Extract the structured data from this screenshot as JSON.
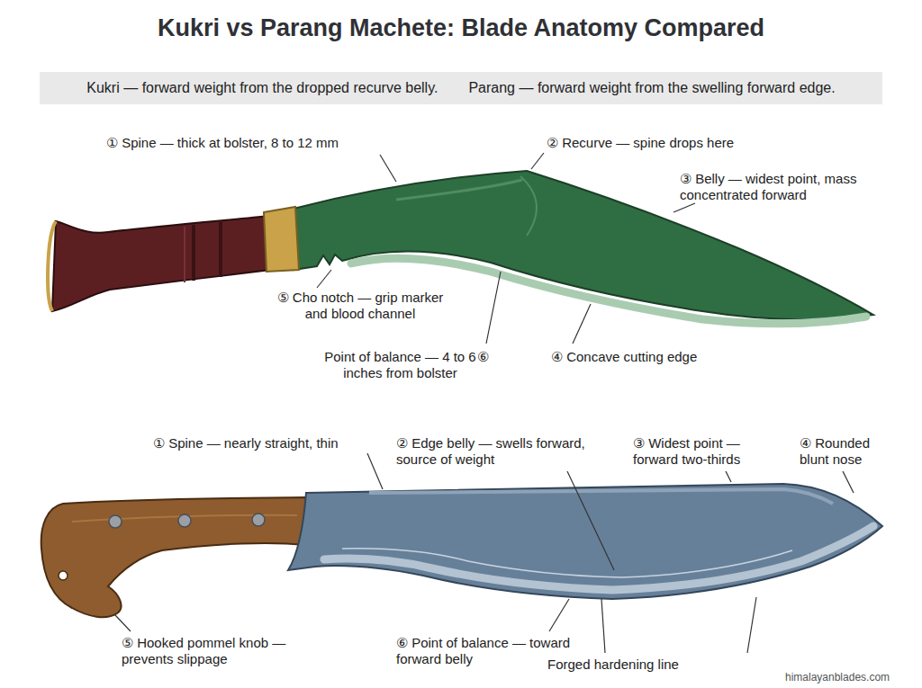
{
  "diagram": {
    "title": "Kukri vs Parang Machete: Blade Anatomy Compared",
    "nodes": [
      {
        "text": [
          "Kukri — forward weight from the dropped recurve belly.",
          "Parang — forward weight from the swelling forward edge."
        ]
      }
    ],
    "labels": [
      "① Spine — thick at bolster, 8 to 12 mm",
      "② Recurve — spine drops here",
      "③ Belly — widest point, mass concentrated forward",
      "⑤ Cho notch — grip marker and blood channel",
      "Point of balance — 4 to 6 inches from bolster",
      "⑥",
      "④ Concave cutting edge",
      "① Spine — nearly straight, thin",
      "② Edge belly — swells forward, source of weight",
      "③ Widest point — forward two-thirds",
      "④ Rounded blunt nose",
      "⑤ Hooked pommel knob — prevents slippage",
      "⑥ Point of balance — toward forward belly",
      "Forged hardening line",
      "himalayanblades.com"
    ]
  }
}
